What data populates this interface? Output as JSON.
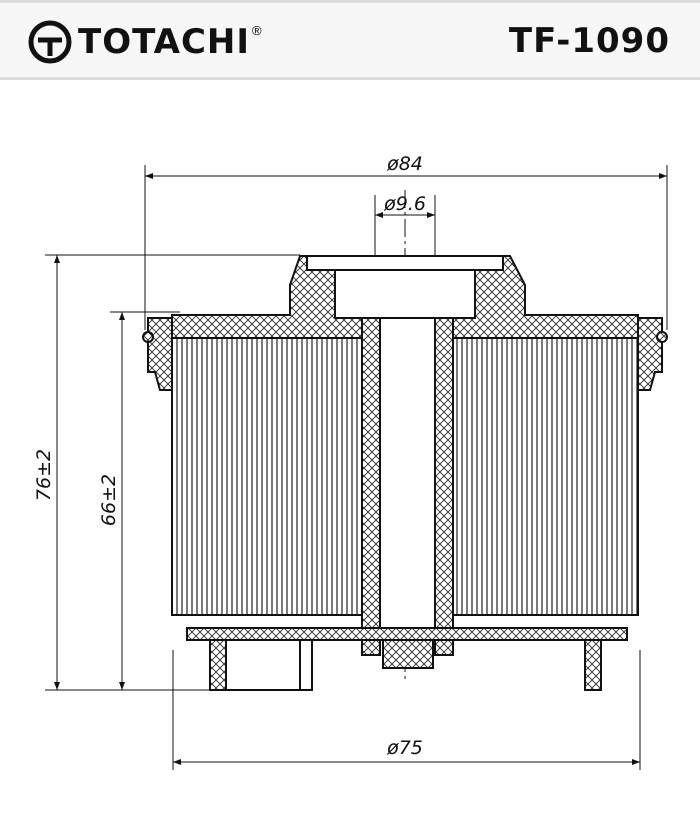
{
  "header": {
    "brand": "TOTACHI",
    "registered_mark": "®",
    "part_number": "TF-1090"
  },
  "dimensions": {
    "outer_diameter": "ø84",
    "bore_diameter": "ø9.6",
    "total_height": "76±2",
    "body_height": "66±2",
    "base_diameter": "ø75"
  }
}
